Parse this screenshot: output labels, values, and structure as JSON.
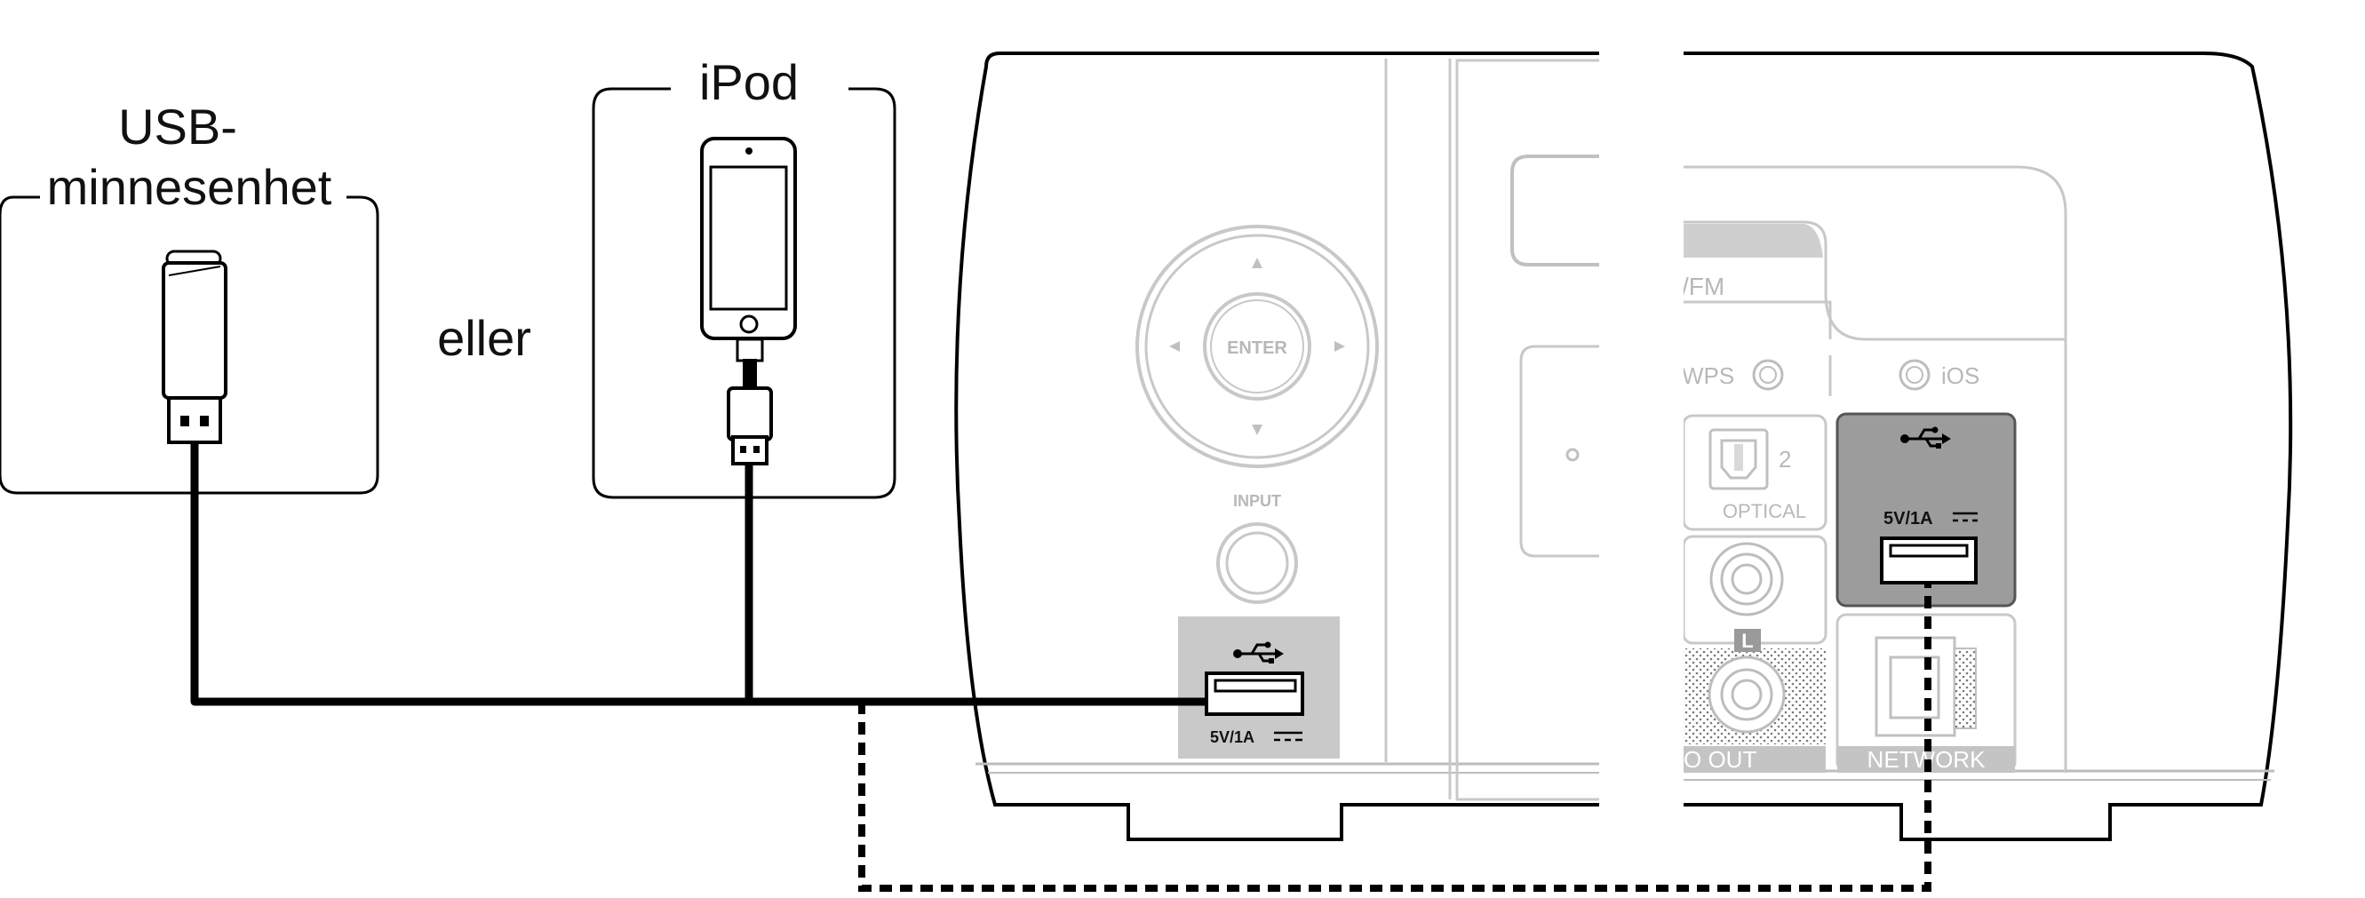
{
  "labels": {
    "usb_device_line1": "USB-",
    "usb_device_line2": "minnesenhet",
    "or": "eller",
    "ipod": "iPod"
  },
  "front_panel": {
    "enter": "ENTER",
    "input": "INPUT",
    "usb_rating": "5V/1A"
  },
  "rear_panel": {
    "band": "/FM",
    "wps": "WPS",
    "ios": "iOS",
    "optical_number": "2",
    "optical": "OPTICAL",
    "left_channel": "L",
    "out": "O OUT",
    "usb_rating": "5V/1A",
    "network": "NETWORK"
  },
  "icons": {
    "usb_symbol": "usb-icon",
    "dc_symbol": "dc-symbol-icon"
  },
  "colors": {
    "line": "#000000",
    "panel_grey": "#c8c8c8",
    "outline_grey": "#bdbdbd",
    "highlight_grey": "#9a9a9a"
  }
}
